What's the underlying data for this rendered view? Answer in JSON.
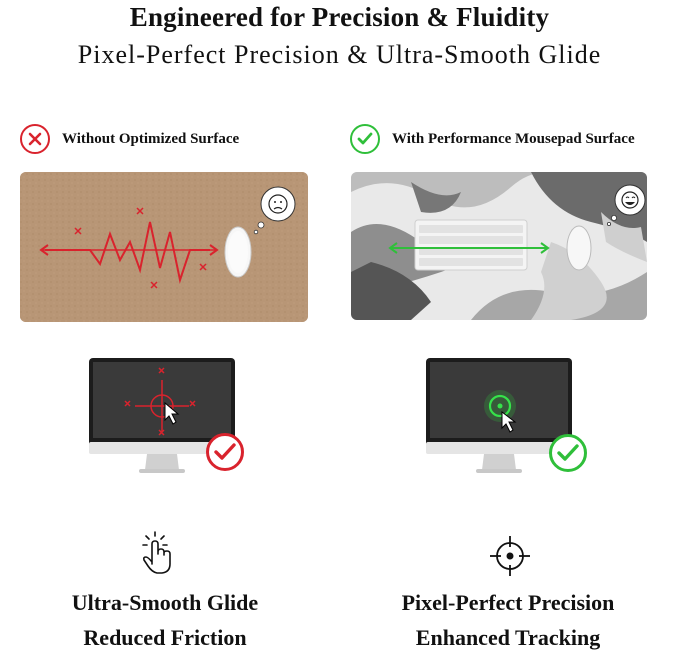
{
  "header": {
    "title": "Engineered for Precision & Fluidity",
    "subtitle": "Pixel-Perfect Precision & Ultra-Smooth Glide"
  },
  "comparison": {
    "without": {
      "label": "Without Optimized Surface",
      "status_icon": "x-circle-icon",
      "status_color": "#d9232d"
    },
    "with": {
      "label": "With Performance Mousepad Surface",
      "status_icon": "check-circle-icon",
      "status_color": "#2fbf3a"
    }
  },
  "features": {
    "left": {
      "icon": "touch-hand-icon",
      "line1": "Ultra-Smooth Glide",
      "line2": "Reduced Friction"
    },
    "right": {
      "icon": "crosshair-icon",
      "line1": "Pixel-Perfect Precision",
      "line2": "Enhanced Tracking"
    }
  },
  "colors": {
    "bad": "#d9232d",
    "good": "#2fbf3a",
    "cork": "#b89676",
    "monitor_frame": "#1c1c1c",
    "monitor_screen": "#3a3a3a"
  }
}
